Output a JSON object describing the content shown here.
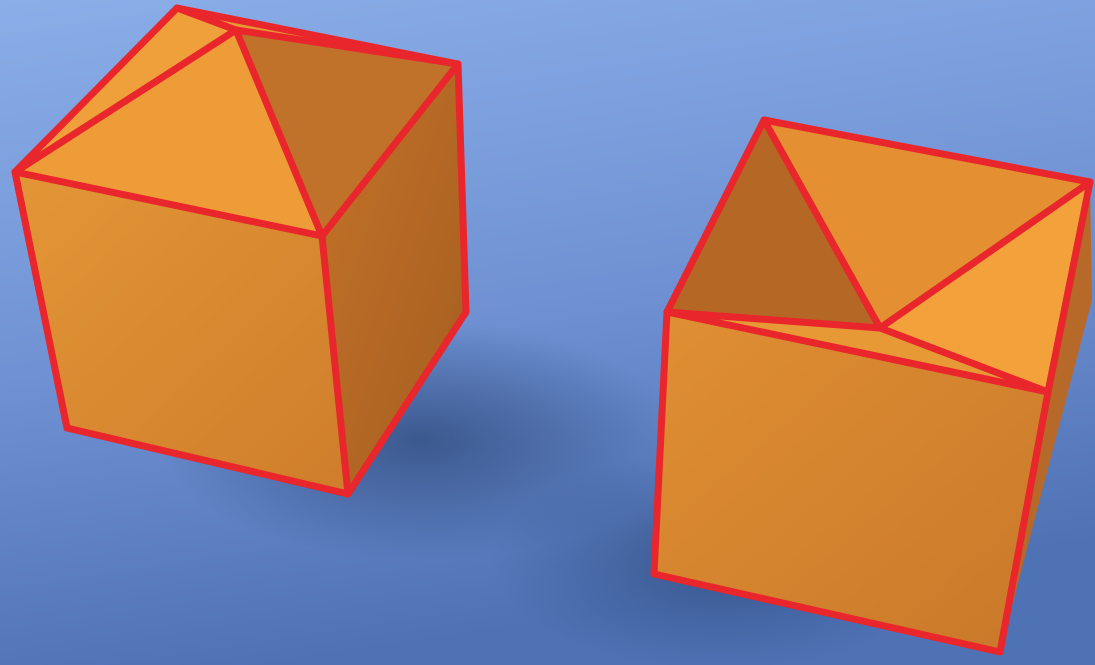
{
  "figure": {
    "background_colors": {
      "light": "#8aaee8",
      "mid": "#6f91d3",
      "dark": "#3f5f9c"
    },
    "face_colors": {
      "front": "#d98a33",
      "side": "#b96a25",
      "top_light": "#f2a03a",
      "top_mid": "#e28f31",
      "top_shadow": "#b36724"
    },
    "edge_color": "#e8262c"
  },
  "objects": [
    {
      "name": "cube-with-peaked-top",
      "top_style": "convex"
    },
    {
      "name": "cube-with-recessed-top",
      "top_style": "concave"
    }
  ]
}
